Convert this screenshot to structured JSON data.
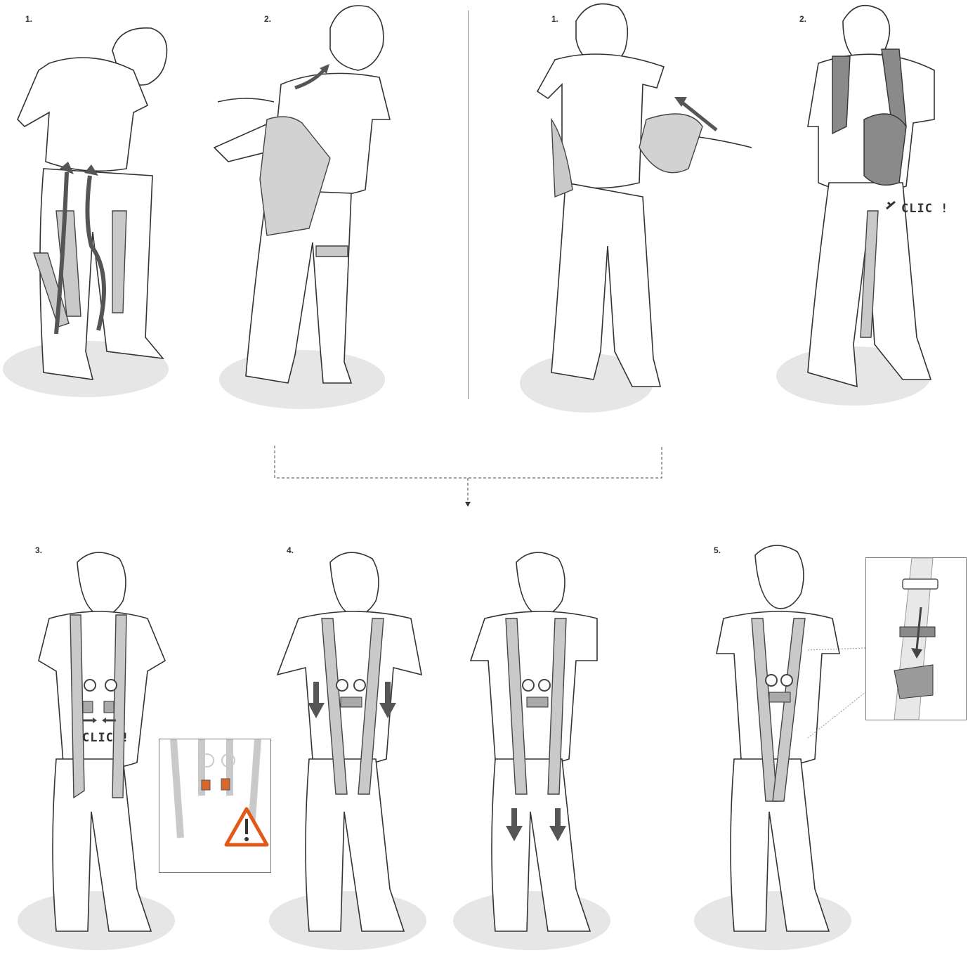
{
  "steps": {
    "top_left_1": "1.",
    "top_left_2": "2.",
    "top_right_1": "1.",
    "top_right_2": "2.",
    "bottom_3": "3.",
    "bottom_4": "4.",
    "bottom_5": "5."
  },
  "callouts": {
    "clic_top": "CLIC !",
    "clic_step3": "CLIC !"
  },
  "colors": {
    "strap": "#c9c9c9",
    "strap_outline": "#444444",
    "arrow": "#555555",
    "shadow": "#e6e6e6",
    "buckle_warning": "#d9662a",
    "warning_triangle": "#e05a1c"
  },
  "icons": [
    "warning-icon",
    "arrow-up-icon",
    "arrow-down-icon",
    "arrow-right-icon",
    "arrow-left-icon"
  ]
}
